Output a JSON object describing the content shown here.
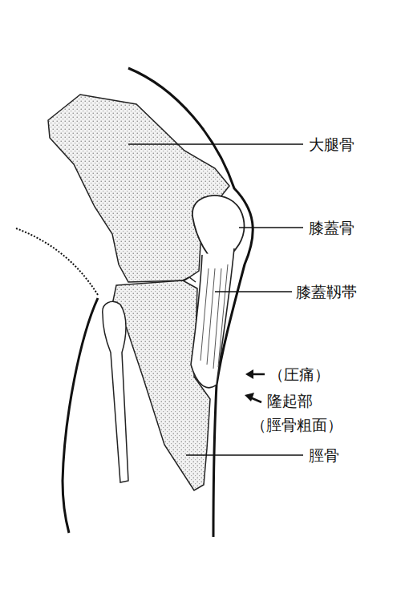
{
  "diagram": {
    "labels": [
      "大腿骨",
      "膝蓋骨",
      "膝蓋靱帯",
      "（圧痛）",
      "隆起部",
      "（脛骨粗面）",
      "脛骨"
    ]
  }
}
